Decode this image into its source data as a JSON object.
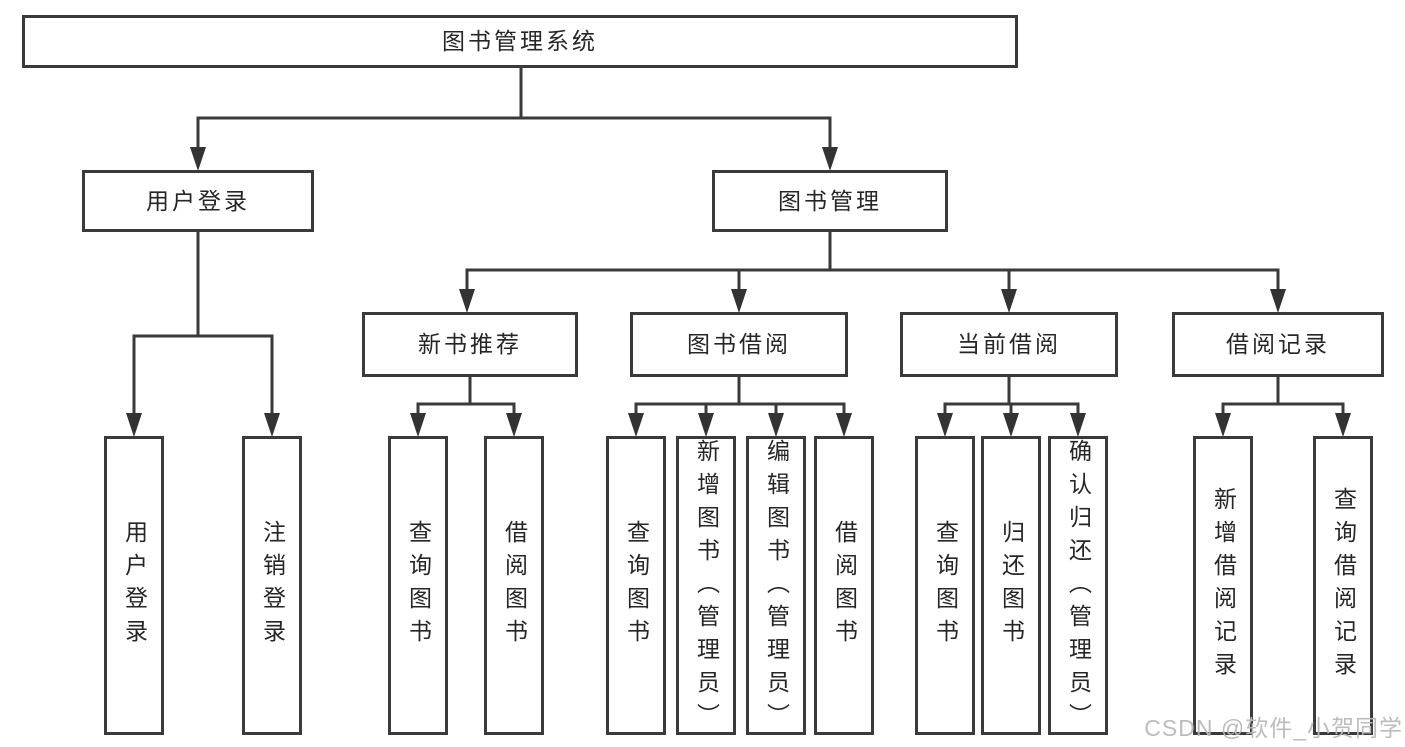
{
  "diagram": {
    "tree": {
      "label": "图书管理系统",
      "children": [
        {
          "label": "用户登录",
          "children": [
            {
              "label": "用户登录"
            },
            {
              "label": "注销登录"
            }
          ]
        },
        {
          "label": "图书管理",
          "children": [
            {
              "label": "新书推荐",
              "children": [
                {
                  "label": "查询图书"
                },
                {
                  "label": "借阅图书"
                }
              ]
            },
            {
              "label": "图书借阅",
              "children": [
                {
                  "label": "查询图书"
                },
                {
                  "label": "新增图书（管理员）"
                },
                {
                  "label": "编辑图书（管理员）"
                },
                {
                  "label": "借阅图书"
                }
              ]
            },
            {
              "label": "当前借阅",
              "children": [
                {
                  "label": "查询图书"
                },
                {
                  "label": "归还图书"
                },
                {
                  "label": "确认归还（管理员）"
                }
              ]
            },
            {
              "label": "借阅记录",
              "children": [
                {
                  "label": "新增借阅记录"
                },
                {
                  "label": "查询借阅记录"
                }
              ]
            }
          ]
        }
      ]
    },
    "colors": {
      "line": "#3a3a3a",
      "text": "#262626",
      "background": "#ffffff",
      "watermark": "#b9b9b9"
    },
    "watermark": "CSDN @软件_小贺同学"
  }
}
